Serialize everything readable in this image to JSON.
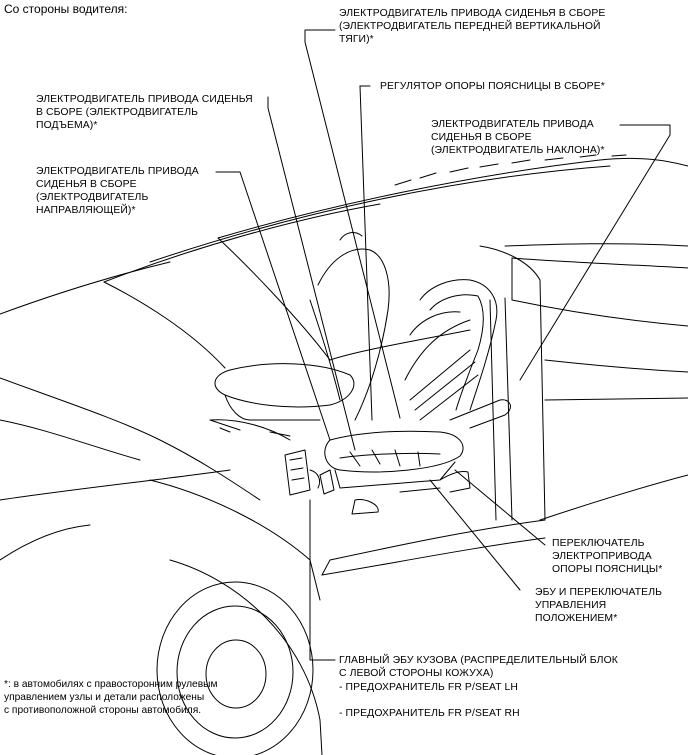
{
  "header": "Со стороны водителя:",
  "labels": {
    "front_vertical": "ЭЛЕКТРОДВИГАТЕЛЬ ПРИВОДА СИДЕНЬЯ В СБОРЕ\n(ЭЛЕКТРОДВИГАТЕЛЬ ПЕРЕДНЕЙ ВЕРТИКАЛЬНОЙ\nТЯГИ)*",
    "lumbar_regulator": "РЕГУЛЯТОР ОПОРЫ ПОЯСНИЦЫ В СБОРЕ*",
    "lifter": "ЭЛЕКТРОДВИГАТЕЛЬ ПРИВОДА СИДЕНЬЯ\nВ СБОРЕ (ЭЛЕКТРОДВИГАТЕЛЬ\nПОДЪЕМА)*",
    "recline": "ЭЛЕКТРОДВИГАТЕЛЬ ПРИВОДА\nСИДЕНЬЯ В СБОРЕ\n(ЭЛЕКТРОДВИГАТЕЛЬ НАКЛОНА)*",
    "slide": "ЭЛЕКТРОДВИГАТЕЛЬ ПРИВОДА\nСИДЕНЬЯ В СБОРЕ\n(ЭЛЕКТРОДВИГАТЕЛЬ\nНАПРАВЛЯЮЩЕЙ)*",
    "lumbar_switch": "ПЕРЕКЛЮЧАТЕЛЬ\nЭЛЕКТРОПРИВОДА\nОПОРЫ ПОЯСНИЦЫ*",
    "ecu_switch": "ЭБУ И ПЕРЕКЛЮЧАТЕЛЬ\nУПРАВЛЕНИЯ\nПОЛОЖЕНИЕМ*",
    "main_ecu": "ГЛАВНЫЙ ЭБУ КУЗОВА (РАСПРЕДЕЛИТЕЛЬНЫЙ БЛОК\nС ЛЕВОЙ СТОРОНЫ КОЖУХА)",
    "fuse_lh": "- ПРЕДОХРАНИТЕЛЬ FR P/SEAT LH",
    "fuse_rh": "- ПРЕДОХРАНИТЕЛЬ FR P/SEAT RH"
  },
  "footnote": "*: в автомобилях с правосторонним рулевым\nуправлением узлы и детали расположены\nс противоположной стороны автомобиля."
}
